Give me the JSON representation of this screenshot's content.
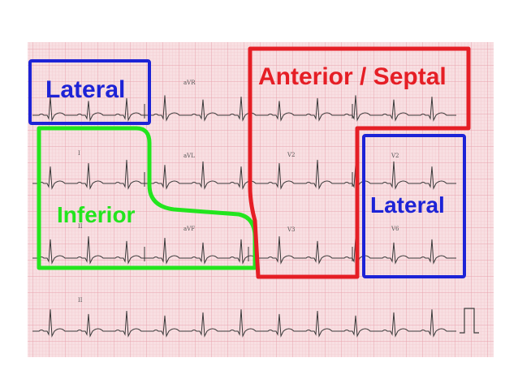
{
  "colors": {
    "paper": "#f8dfe2",
    "grid_minor": "#f1c3c9",
    "grid_major": "#e8a3ad",
    "trace": "#3a3a3a",
    "lateral": "#1d23d6",
    "anterior_septal": "#e51e25",
    "inferior": "#23e51e"
  },
  "leads": {
    "avr": "aVR",
    "i": "I",
    "avl": "aVL",
    "v2a": "V2",
    "v2b": "V2",
    "ii": "II",
    "avf": "aVF",
    "v3": "V3",
    "v6": "V6",
    "rhythm_ii": "II"
  },
  "regions": {
    "lateral_top": "Lateral",
    "anterior_septal": "Anterior / Septal",
    "inferior": "Inferior",
    "lateral_right": "Lateral"
  }
}
